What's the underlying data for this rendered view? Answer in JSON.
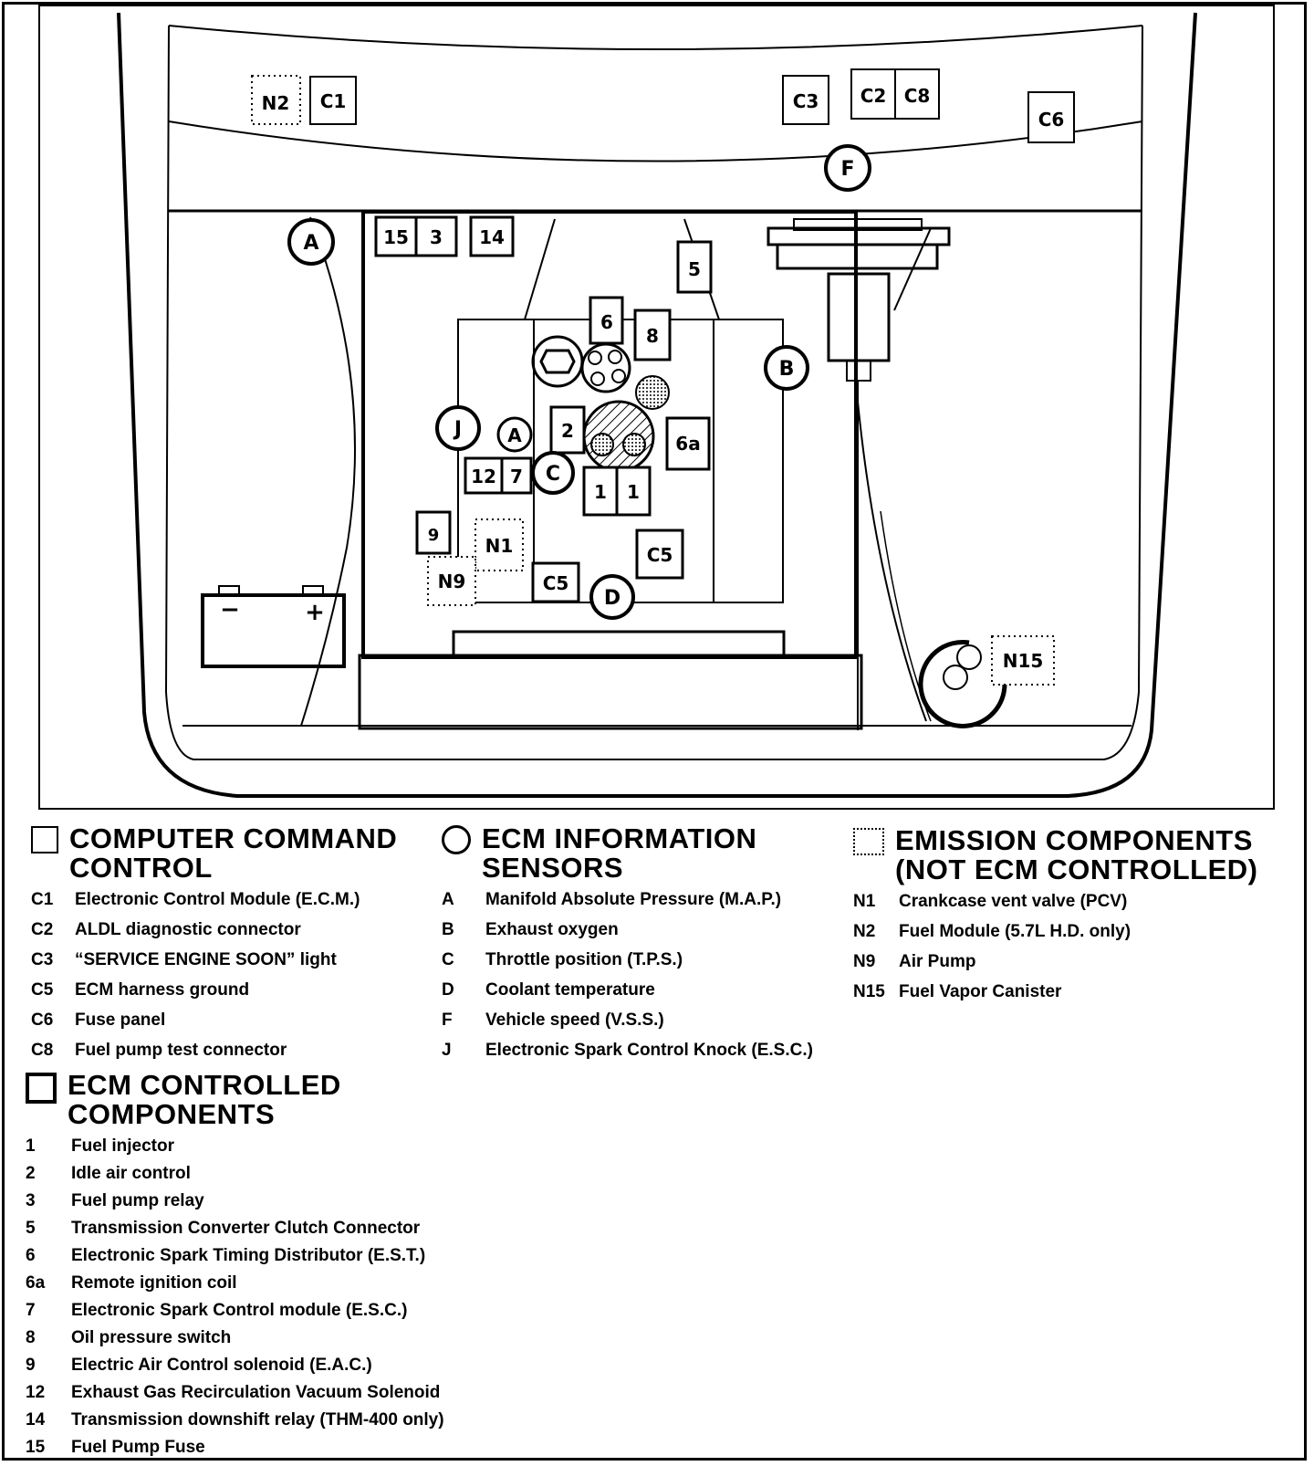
{
  "diagram": {
    "callouts_square": [
      "C1",
      "C3",
      "C2",
      "C8",
      "C6",
      "15",
      "3",
      "14",
      "5",
      "6",
      "8",
      "2",
      "6a",
      "12",
      "7",
      "1",
      "1",
      "9",
      "C5",
      "C5"
    ],
    "callouts_circle": [
      "F",
      "A",
      "B",
      "J",
      "A",
      "C",
      "D"
    ],
    "callouts_dotted": [
      "N2",
      "N1",
      "N9",
      "N15"
    ],
    "battery_minus": "−",
    "battery_plus": "+"
  },
  "legend": {
    "ccc": {
      "title_line1": "COMPUTER COMMAND",
      "title_line2": "CONTROL",
      "items": [
        {
          "code": "C1",
          "label": "Electronic Control Module (E.C.M.)"
        },
        {
          "code": "C2",
          "label": "ALDL diagnostic connector"
        },
        {
          "code": "C3",
          "label": "“SERVICE ENGINE SOON” light"
        },
        {
          "code": "C5",
          "label": "ECM harness ground"
        },
        {
          "code": "C6",
          "label": "Fuse panel"
        },
        {
          "code": "C8",
          "label": "Fuel pump test connector"
        }
      ]
    },
    "sensors": {
      "title_line1": "ECM INFORMATION",
      "title_line2": "SENSORS",
      "items": [
        {
          "code": "A",
          "label": "Manifold Absolute Pressure (M.A.P.)"
        },
        {
          "code": "B",
          "label": "Exhaust oxygen"
        },
        {
          "code": "C",
          "label": "Throttle position (T.P.S.)"
        },
        {
          "code": "D",
          "label": "Coolant temperature"
        },
        {
          "code": "F",
          "label": "Vehicle speed (V.S.S.)"
        },
        {
          "code": "J",
          "label": "Electronic Spark Control Knock (E.S.C.)"
        }
      ]
    },
    "emission": {
      "title_line1": "EMISSION COMPONENTS",
      "title_line2": "(NOT ECM CONTROLLED)",
      "items": [
        {
          "code": "N1",
          "label": "Crankcase vent valve (PCV)"
        },
        {
          "code": "N2",
          "label": "Fuel Module (5.7L H.D. only)"
        },
        {
          "code": "N9",
          "label": "Air Pump"
        },
        {
          "code": "N15",
          "label": "Fuel Vapor Canister"
        }
      ]
    },
    "controlled": {
      "title_line1": "ECM CONTROLLED",
      "title_line2": "COMPONENTS",
      "items": [
        {
          "code": "1",
          "label": "Fuel injector"
        },
        {
          "code": "2",
          "label": "Idle air control"
        },
        {
          "code": "3",
          "label": "Fuel pump relay"
        },
        {
          "code": "5",
          "label": "Transmission Converter Clutch Connector"
        },
        {
          "code": "6",
          "label": "Electronic Spark Timing Distributor (E.S.T.)"
        },
        {
          "code": "6a",
          "label": "Remote ignition coil"
        },
        {
          "code": "7",
          "label": "Electronic Spark Control module (E.S.C.)"
        },
        {
          "code": "8",
          "label": "Oil pressure switch"
        },
        {
          "code": "9",
          "label": "Electric Air Control solenoid (E.A.C.)"
        },
        {
          "code": "12",
          "label": "Exhaust Gas Recirculation Vacuum Solenoid"
        },
        {
          "code": "14",
          "label": "Transmission downshift relay (THM-400 only)"
        },
        {
          "code": "15",
          "label": "Fuel Pump Fuse"
        }
      ]
    }
  }
}
